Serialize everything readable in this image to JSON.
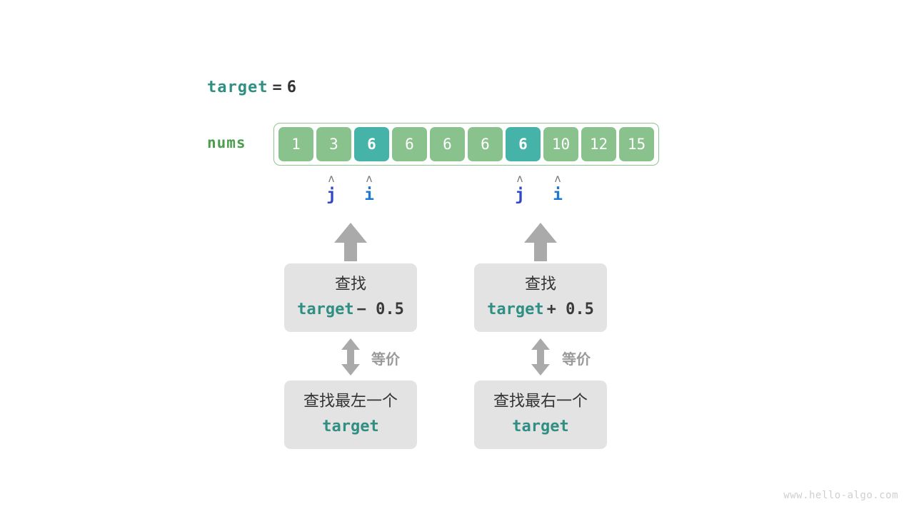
{
  "header": {
    "target_label": "target",
    "equals": "=",
    "target_value": "6"
  },
  "array": {
    "name": "nums",
    "values": [
      "1",
      "3",
      "6",
      "6",
      "6",
      "6",
      "6",
      "10",
      "12",
      "15"
    ],
    "highlighted_indices": [
      2,
      6
    ],
    "colors": {
      "cell_normal": "#89c28d",
      "cell_highlight": "#46b3a8",
      "frame_border": "#8cc78e",
      "label": "#4a9e4e"
    }
  },
  "pointers": {
    "caret_glyph": "ʌ",
    "left_group": [
      {
        "name": "j",
        "index": 1,
        "color": "#2f47c8"
      },
      {
        "name": "i",
        "index": 2,
        "color": "#1f78d0"
      }
    ],
    "right_group": [
      {
        "name": "j",
        "index": 6,
        "color": "#2f47c8"
      },
      {
        "name": "i",
        "index": 7,
        "color": "#1f78d0"
      }
    ]
  },
  "branches": {
    "left": {
      "upper_box": {
        "line1": "查找",
        "target_token": "target",
        "operator": "− 0.5"
      },
      "equivalence_label": "等价",
      "lower_box": {
        "line1": "查找最左一个",
        "target_token": "target"
      }
    },
    "right": {
      "upper_box": {
        "line1": "查找",
        "target_token": "target",
        "operator": "+ 0.5"
      },
      "equivalence_label": "等价",
      "lower_box": {
        "line1": "查找最右一个",
        "target_token": "target"
      }
    }
  },
  "watermark": "www.hello-algo.com"
}
